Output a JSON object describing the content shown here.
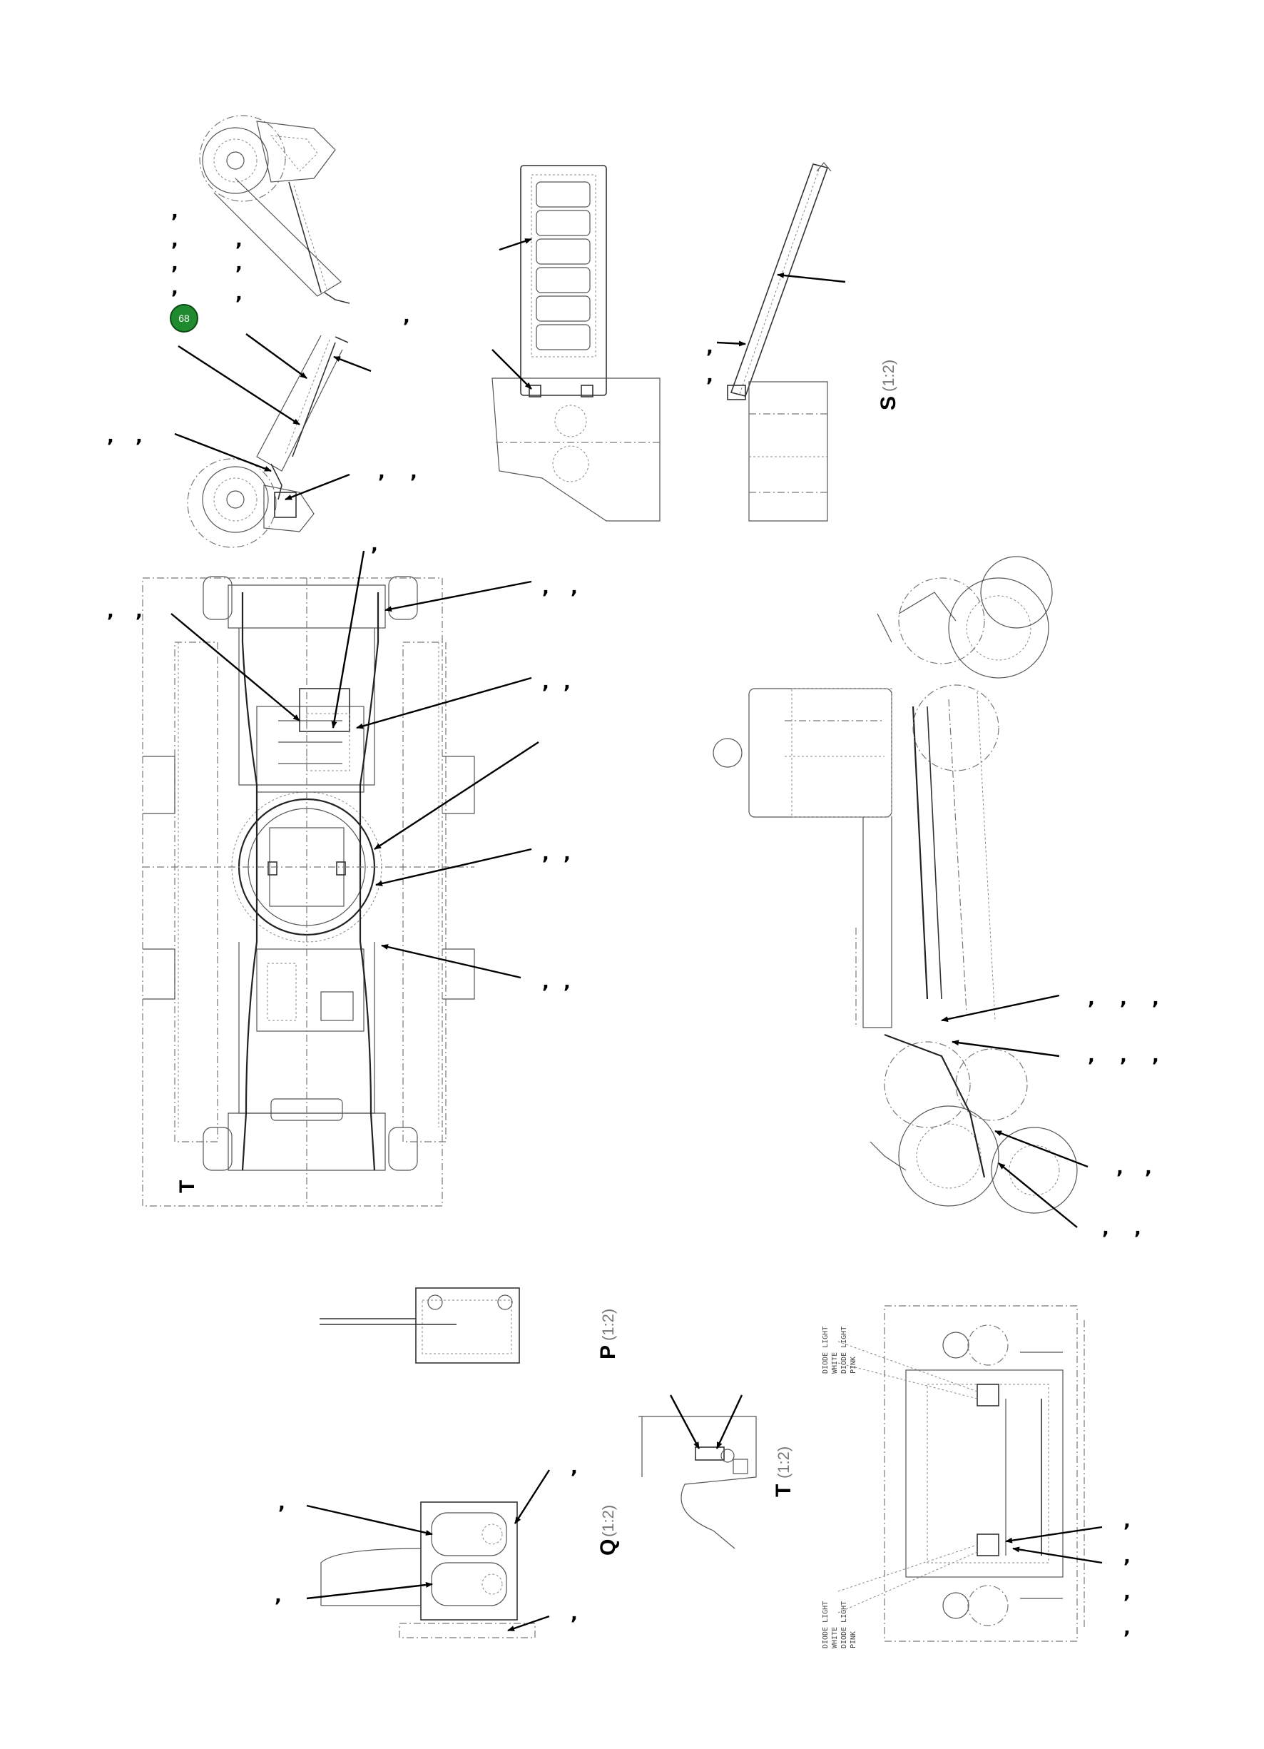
{
  "callout_badge": {
    "number": "68",
    "color": "#1f8a2e"
  },
  "views": {
    "S": {
      "letter": "S",
      "scale": "(1:2)"
    },
    "P": {
      "letter": "P",
      "scale": "(1:2)"
    },
    "Q": {
      "letter": "Q",
      "scale": "(1:2)"
    },
    "T_main": {
      "letter": "T"
    },
    "T": {
      "letter": "T",
      "scale": "(1:2)"
    }
  },
  "detail_notes": {
    "top_left": [
      "DIODE LIGHT",
      "WHITE",
      "DIODE LIGHT",
      "PINK"
    ],
    "bottom_left": [
      "DIODE LIGHT",
      "WHITE",
      "DIODE LIGHT",
      "PINK"
    ]
  },
  "reference_mark": ","
}
